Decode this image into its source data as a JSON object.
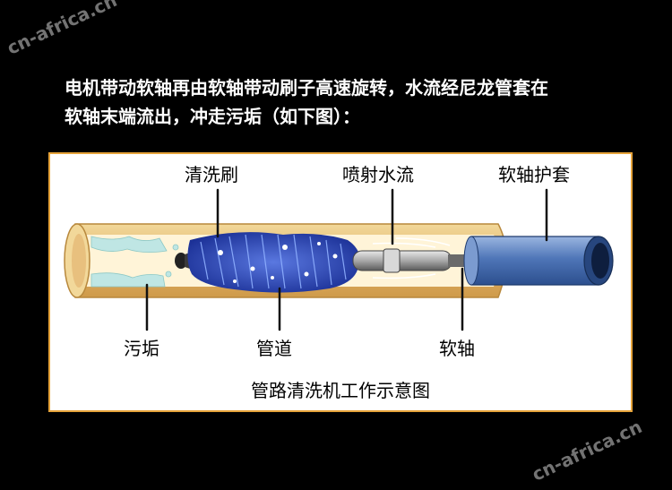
{
  "watermark": "cn-africa.cn",
  "description": {
    "line1": "电机带动软轴再由软轴带动刷子高速旋转，水流经尼龙管套在",
    "line2": "软轴末端流出，冲走污垢（如下图）："
  },
  "diagram": {
    "labels": {
      "brush": "清洗刷",
      "water_jet": "喷射水流",
      "shaft_sheath": "软轴护套",
      "dirt": "污垢",
      "pipe": "管道",
      "flexible_shaft": "软轴"
    },
    "caption": "管路清洗机工作示意图"
  },
  "colors": {
    "pipe": "#e3bd7a",
    "pipe_inner": "#f5e3b0",
    "brush": "#1f3fb8",
    "sheath": "#5f86c4",
    "panel_border": "#e6a33a"
  }
}
